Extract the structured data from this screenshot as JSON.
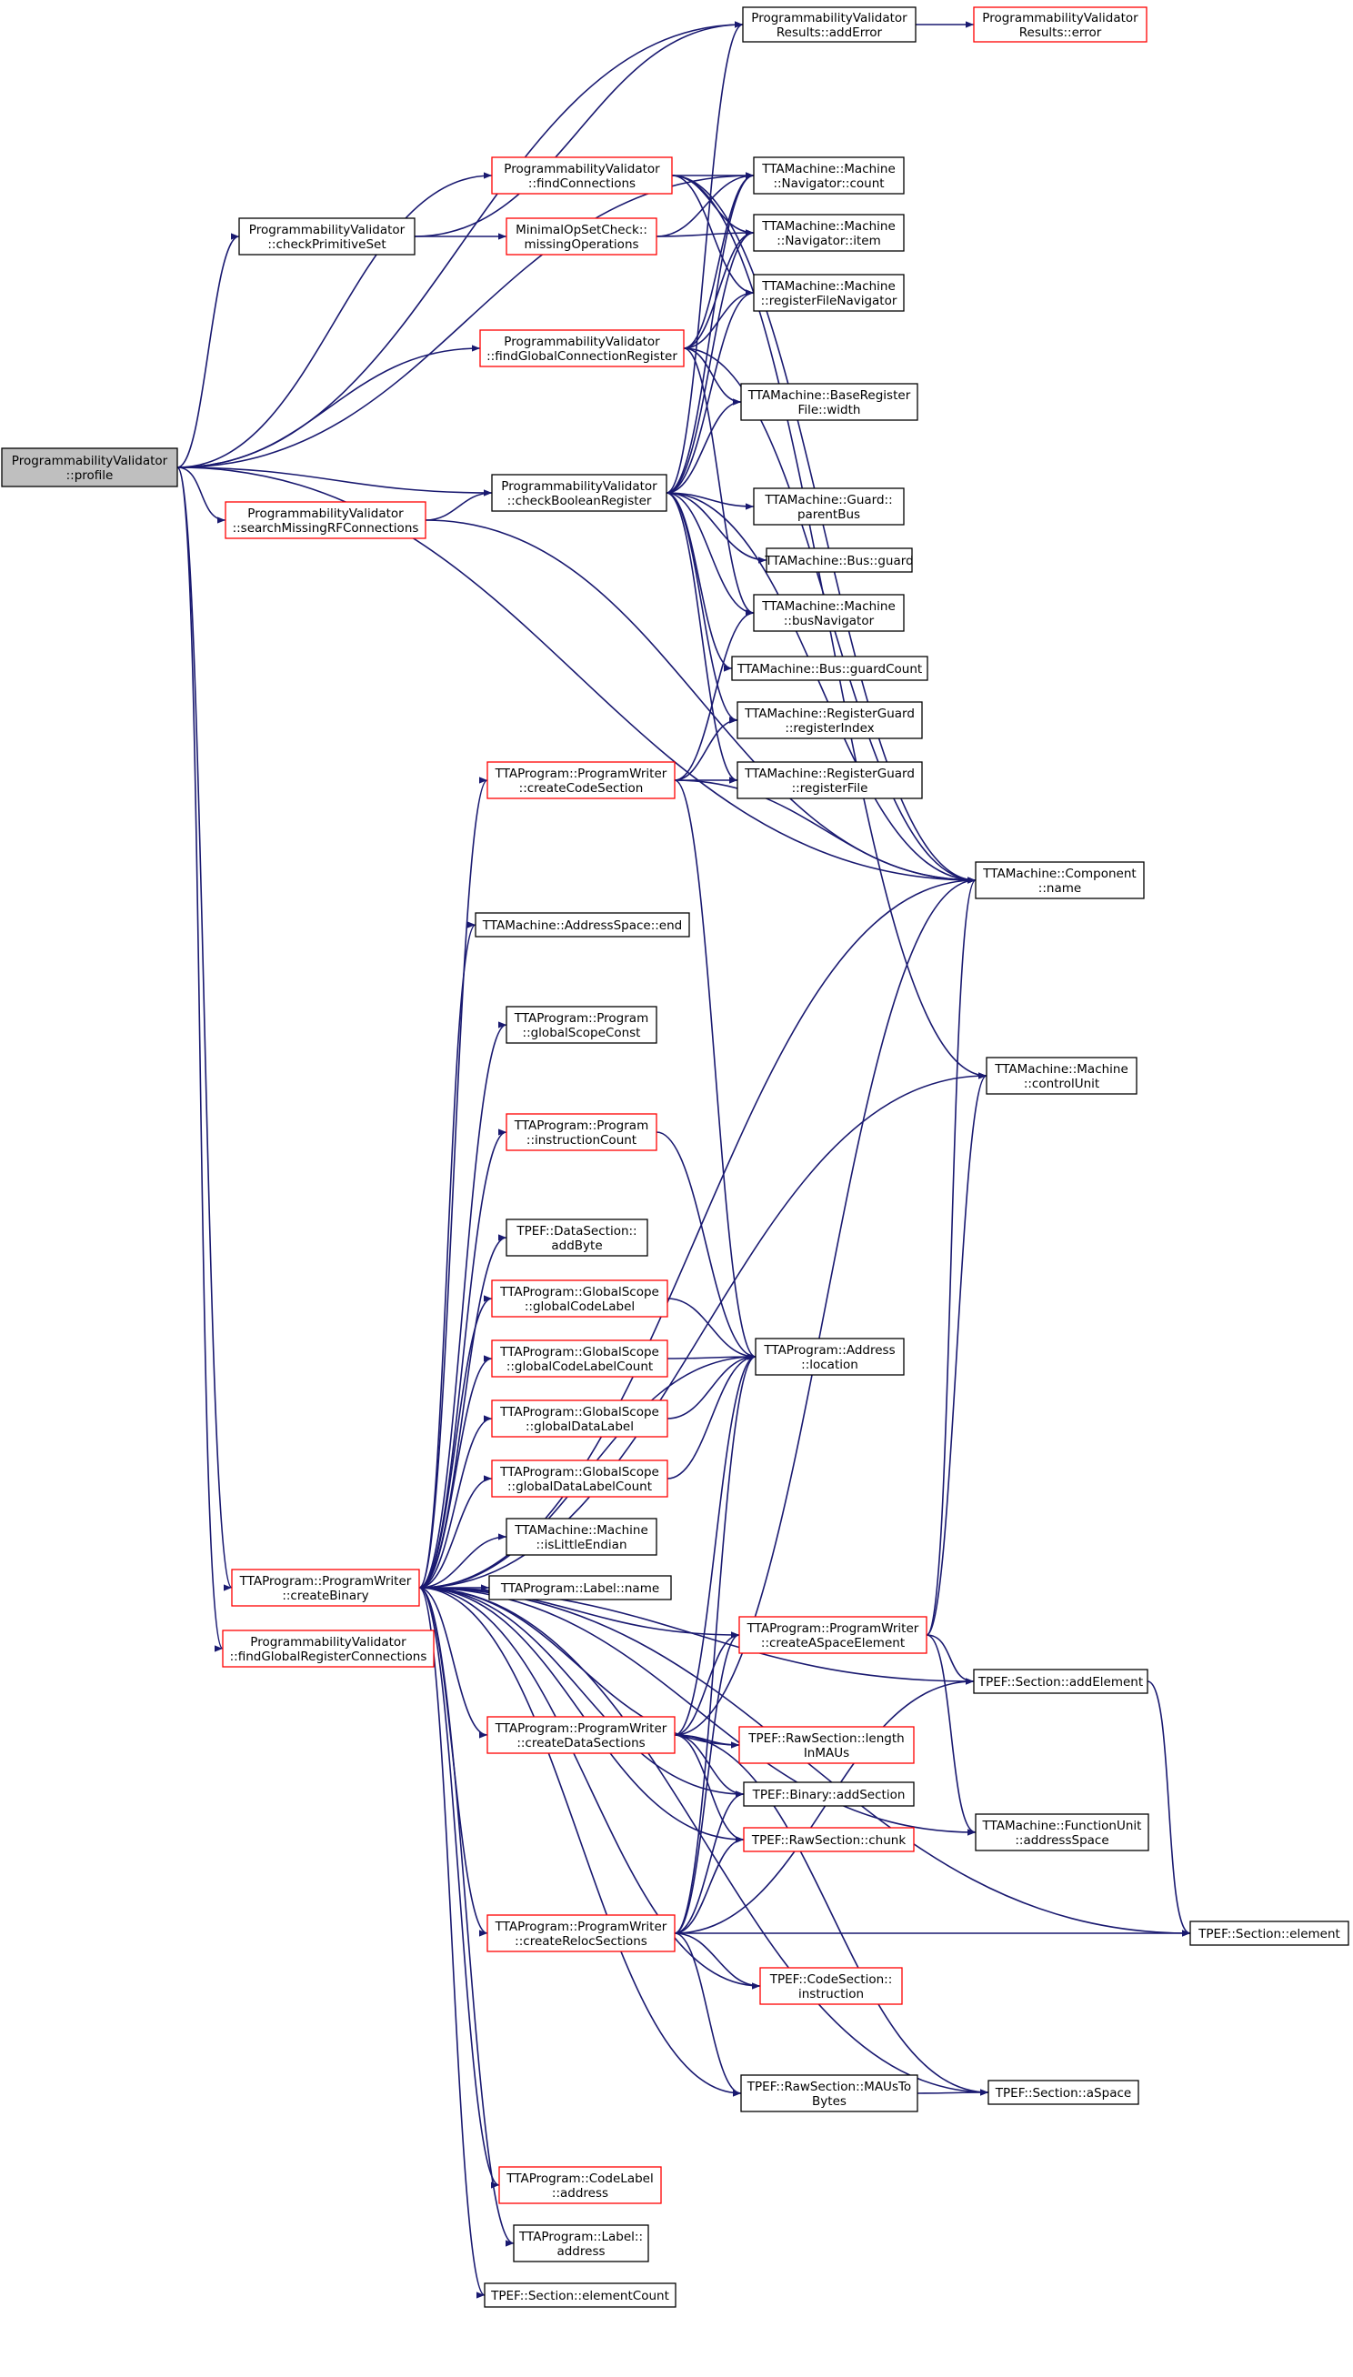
{
  "colors": {
    "edge": "#191970",
    "node_border": "#000000",
    "node_border_incomplete": "#ff0000",
    "root_fill": "#bfbfbf",
    "node_fill": "#ffffff"
  },
  "nodes": [
    {
      "id": "profile",
      "lines": [
        "ProgrammabilityValidator",
        "::profile"
      ],
      "style": "root"
    },
    {
      "id": "addError",
      "lines": [
        "ProgrammabilityValidator",
        "Results::addError"
      ],
      "style": "normal"
    },
    {
      "id": "error",
      "lines": [
        "ProgrammabilityValidator",
        "Results::error"
      ],
      "style": "incomplete"
    },
    {
      "id": "findConnections",
      "lines": [
        "ProgrammabilityValidator",
        "::findConnections"
      ],
      "style": "incomplete"
    },
    {
      "id": "checkPrimitiveSet",
      "lines": [
        "ProgrammabilityValidator",
        "::checkPrimitiveSet"
      ],
      "style": "normal"
    },
    {
      "id": "missingOperations",
      "lines": [
        "MinimalOpSetCheck::",
        "missingOperations"
      ],
      "style": "incomplete"
    },
    {
      "id": "navCount",
      "lines": [
        "TTAMachine::Machine",
        "::Navigator::count"
      ],
      "style": "normal"
    },
    {
      "id": "navItem",
      "lines": [
        "TTAMachine::Machine",
        "::Navigator::item"
      ],
      "style": "normal"
    },
    {
      "id": "regFileNav",
      "lines": [
        "TTAMachine::Machine",
        "::registerFileNavigator"
      ],
      "style": "normal"
    },
    {
      "id": "findGlobalConnReg",
      "lines": [
        "ProgrammabilityValidator",
        "::findGlobalConnectionRegister"
      ],
      "style": "incomplete"
    },
    {
      "id": "brfWidth",
      "lines": [
        "TTAMachine::BaseRegister",
        "File::width"
      ],
      "style": "normal"
    },
    {
      "id": "searchMissingRF",
      "lines": [
        "ProgrammabilityValidator",
        "::searchMissingRFConnections"
      ],
      "style": "incomplete"
    },
    {
      "id": "checkBooleanRegister",
      "lines": [
        "ProgrammabilityValidator",
        "::checkBooleanRegister"
      ],
      "style": "normal"
    },
    {
      "id": "guardParentBus",
      "lines": [
        "TTAMachine::Guard::",
        "parentBus"
      ],
      "style": "normal"
    },
    {
      "id": "busGuard",
      "lines": [
        "TTAMachine::Bus::guard"
      ],
      "style": "normal"
    },
    {
      "id": "busNavigator",
      "lines": [
        "TTAMachine::Machine",
        "::busNavigator"
      ],
      "style": "normal"
    },
    {
      "id": "busGuardCount",
      "lines": [
        "TTAMachine::Bus::guardCount"
      ],
      "style": "normal"
    },
    {
      "id": "rgRegisterIndex",
      "lines": [
        "TTAMachine::RegisterGuard",
        "::registerIndex"
      ],
      "style": "normal"
    },
    {
      "id": "createCodeSection",
      "lines": [
        "TTAProgram::ProgramWriter",
        "::createCodeSection"
      ],
      "style": "incomplete"
    },
    {
      "id": "rgRegisterFile",
      "lines": [
        "TTAMachine::RegisterGuard",
        "::registerFile"
      ],
      "style": "normal"
    },
    {
      "id": "componentName",
      "lines": [
        "TTAMachine::Component",
        "::name"
      ],
      "style": "normal"
    },
    {
      "id": "asEnd",
      "lines": [
        "TTAMachine::AddressSpace::end"
      ],
      "style": "normal"
    },
    {
      "id": "globalScopeConst",
      "lines": [
        "TTAProgram::Program",
        "::globalScopeConst"
      ],
      "style": "normal"
    },
    {
      "id": "controlUnit",
      "lines": [
        "TTAMachine::Machine",
        "::controlUnit"
      ],
      "style": "normal"
    },
    {
      "id": "instructionCount",
      "lines": [
        "TTAProgram::Program",
        "::instructionCount"
      ],
      "style": "incomplete"
    },
    {
      "id": "addByte",
      "lines": [
        "TPEF::DataSection::",
        "addByte"
      ],
      "style": "normal"
    },
    {
      "id": "globalCodeLabel",
      "lines": [
        "TTAProgram::GlobalScope",
        "::globalCodeLabel"
      ],
      "style": "incomplete"
    },
    {
      "id": "globalCodeLabelCount",
      "lines": [
        "TTAProgram::GlobalScope",
        "::globalCodeLabelCount"
      ],
      "style": "incomplete"
    },
    {
      "id": "addressLocation",
      "lines": [
        "TTAProgram::Address",
        "::location"
      ],
      "style": "normal"
    },
    {
      "id": "globalDataLabel",
      "lines": [
        "TTAProgram::GlobalScope",
        "::globalDataLabel"
      ],
      "style": "incomplete"
    },
    {
      "id": "globalDataLabelCount",
      "lines": [
        "TTAProgram::GlobalScope",
        "::globalDataLabelCount"
      ],
      "style": "incomplete"
    },
    {
      "id": "isLittleEndian",
      "lines": [
        "TTAMachine::Machine",
        "::isLittleEndian"
      ],
      "style": "normal"
    },
    {
      "id": "createBinary",
      "lines": [
        "TTAProgram::ProgramWriter",
        "::createBinary"
      ],
      "style": "incomplete"
    },
    {
      "id": "labelName",
      "lines": [
        "TTAProgram::Label::name"
      ],
      "style": "normal"
    },
    {
      "id": "findGlobalRegConn",
      "lines": [
        "ProgrammabilityValidator",
        "::findGlobalRegisterConnections"
      ],
      "style": "incomplete"
    },
    {
      "id": "createASpaceElement",
      "lines": [
        "TTAProgram::ProgramWriter",
        "::createASpaceElement"
      ],
      "style": "incomplete"
    },
    {
      "id": "sectionAddElement",
      "lines": [
        "TPEF::Section::addElement"
      ],
      "style": "normal"
    },
    {
      "id": "createDataSections",
      "lines": [
        "TTAProgram::ProgramWriter",
        "::createDataSections"
      ],
      "style": "incomplete"
    },
    {
      "id": "rawLengthInMAUs",
      "lines": [
        "TPEF::RawSection::length",
        "InMAUs"
      ],
      "style": "incomplete"
    },
    {
      "id": "binaryAddSection",
      "lines": [
        "TPEF::Binary::addSection"
      ],
      "style": "normal"
    },
    {
      "id": "fuAddressSpace",
      "lines": [
        "TTAMachine::FunctionUnit",
        "::addressSpace"
      ],
      "style": "normal"
    },
    {
      "id": "rawChunk",
      "lines": [
        "TPEF::RawSection::chunk"
      ],
      "style": "incomplete"
    },
    {
      "id": "createRelocSections",
      "lines": [
        "TTAProgram::ProgramWriter",
        "::createRelocSections"
      ],
      "style": "incomplete"
    },
    {
      "id": "sectionElement",
      "lines": [
        "TPEF::Section::element"
      ],
      "style": "normal"
    },
    {
      "id": "codeSectionInstruction",
      "lines": [
        "TPEF::CodeSection::",
        "instruction"
      ],
      "style": "incomplete"
    },
    {
      "id": "rawMAUsToBytes",
      "lines": [
        "TPEF::RawSection::MAUsTo",
        "Bytes"
      ],
      "style": "normal"
    },
    {
      "id": "sectionASpace",
      "lines": [
        "TPEF::Section::aSpace"
      ],
      "style": "normal"
    },
    {
      "id": "codeLabelAddress",
      "lines": [
        "TTAProgram::CodeLabel",
        "::address"
      ],
      "style": "incomplete"
    },
    {
      "id": "labelAddress",
      "lines": [
        "TTAProgram::Label::",
        "address"
      ],
      "style": "normal"
    },
    {
      "id": "sectionElementCount",
      "lines": [
        "TPEF::Section::elementCount"
      ],
      "style": "normal"
    }
  ],
  "edges": [
    [
      "profile",
      "addError"
    ],
    [
      "profile",
      "checkPrimitiveSet"
    ],
    [
      "profile",
      "findConnections"
    ],
    [
      "profile",
      "navCount"
    ],
    [
      "profile",
      "findGlobalConnReg"
    ],
    [
      "profile",
      "checkBooleanRegister"
    ],
    [
      "profile",
      "searchMissingRF"
    ],
    [
      "profile",
      "componentName"
    ],
    [
      "profile",
      "createBinary"
    ],
    [
      "profile",
      "findGlobalRegConn"
    ],
    [
      "addError",
      "error"
    ],
    [
      "checkPrimitiveSet",
      "addError"
    ],
    [
      "checkPrimitiveSet",
      "missingOperations"
    ],
    [
      "missingOperations",
      "navCount"
    ],
    [
      "missingOperations",
      "navItem"
    ],
    [
      "findConnections",
      "navCount"
    ],
    [
      "findConnections",
      "navItem"
    ],
    [
      "findConnections",
      "regFileNav"
    ],
    [
      "findConnections",
      "componentName"
    ],
    [
      "findConnections",
      "controlUnit"
    ],
    [
      "findGlobalConnReg",
      "navCount"
    ],
    [
      "findGlobalConnReg",
      "navItem"
    ],
    [
      "findGlobalConnReg",
      "regFileNav"
    ],
    [
      "findGlobalConnReg",
      "brfWidth"
    ],
    [
      "findGlobalConnReg",
      "componentName"
    ],
    [
      "findGlobalConnReg",
      "busNavigator"
    ],
    [
      "searchMissingRF",
      "checkBooleanRegister"
    ],
    [
      "searchMissingRF",
      "componentName"
    ],
    [
      "checkBooleanRegister",
      "addError"
    ],
    [
      "checkBooleanRegister",
      "navCount"
    ],
    [
      "checkBooleanRegister",
      "navItem"
    ],
    [
      "checkBooleanRegister",
      "regFileNav"
    ],
    [
      "checkBooleanRegister",
      "brfWidth"
    ],
    [
      "checkBooleanRegister",
      "componentName"
    ],
    [
      "checkBooleanRegister",
      "guardParentBus"
    ],
    [
      "checkBooleanRegister",
      "busGuard"
    ],
    [
      "checkBooleanRegister",
      "busNavigator"
    ],
    [
      "checkBooleanRegister",
      "busGuardCount"
    ],
    [
      "checkBooleanRegister",
      "rgRegisterIndex"
    ],
    [
      "checkBooleanRegister",
      "rgRegisterFile"
    ],
    [
      "createCodeSection",
      "busNavigator"
    ],
    [
      "createCodeSection",
      "rgRegisterIndex"
    ],
    [
      "createCodeSection",
      "rgRegisterFile"
    ],
    [
      "createCodeSection",
      "componentName"
    ],
    [
      "createCodeSection",
      "addressLocation"
    ],
    [
      "createBinary",
      "createCodeSection"
    ],
    [
      "createBinary",
      "asEnd"
    ],
    [
      "createBinary",
      "componentName"
    ],
    [
      "createBinary",
      "globalScopeConst"
    ],
    [
      "createBinary",
      "controlUnit"
    ],
    [
      "createBinary",
      "instructionCount"
    ],
    [
      "createBinary",
      "addressLocation"
    ],
    [
      "createBinary",
      "addByte"
    ],
    [
      "createBinary",
      "globalCodeLabel"
    ],
    [
      "createBinary",
      "globalCodeLabelCount"
    ],
    [
      "createBinary",
      "globalDataLabel"
    ],
    [
      "createBinary",
      "globalDataLabelCount"
    ],
    [
      "createBinary",
      "isLittleEndian"
    ],
    [
      "createBinary",
      "labelName"
    ],
    [
      "createBinary",
      "createASpaceElement"
    ],
    [
      "createBinary",
      "sectionAddElement"
    ],
    [
      "createBinary",
      "createDataSections"
    ],
    [
      "createBinary",
      "rawLengthInMAUs"
    ],
    [
      "createBinary",
      "binaryAddSection"
    ],
    [
      "createBinary",
      "rawChunk"
    ],
    [
      "createBinary",
      "createRelocSections"
    ],
    [
      "createBinary",
      "codeSectionInstruction"
    ],
    [
      "createBinary",
      "fuAddressSpace"
    ],
    [
      "createBinary",
      "rawMAUsToBytes"
    ],
    [
      "createBinary",
      "sectionASpace"
    ],
    [
      "createBinary",
      "codeLabelAddress"
    ],
    [
      "createBinary",
      "labelAddress"
    ],
    [
      "createBinary",
      "sectionElementCount"
    ],
    [
      "createBinary",
      "sectionElement"
    ],
    [
      "instructionCount",
      "addressLocation"
    ],
    [
      "globalCodeLabel",
      "addressLocation"
    ],
    [
      "globalCodeLabelCount",
      "addressLocation"
    ],
    [
      "globalDataLabel",
      "addressLocation"
    ],
    [
      "globalDataLabelCount",
      "addressLocation"
    ],
    [
      "createASpaceElement",
      "componentName"
    ],
    [
      "createASpaceElement",
      "controlUnit"
    ],
    [
      "createASpaceElement",
      "sectionAddElement"
    ],
    [
      "createASpaceElement",
      "fuAddressSpace"
    ],
    [
      "sectionAddElement",
      "sectionElement"
    ],
    [
      "createDataSections",
      "addressLocation"
    ],
    [
      "createDataSections",
      "componentName"
    ],
    [
      "createDataSections",
      "createASpaceElement"
    ],
    [
      "createDataSections",
      "rawLengthInMAUs"
    ],
    [
      "createDataSections",
      "binaryAddSection"
    ],
    [
      "createDataSections",
      "rawChunk"
    ],
    [
      "createDataSections",
      "sectionASpace"
    ],
    [
      "createRelocSections",
      "addressLocation"
    ],
    [
      "createRelocSections",
      "createASpaceElement"
    ],
    [
      "createRelocSections",
      "binaryAddSection"
    ],
    [
      "createRelocSections",
      "rawChunk"
    ],
    [
      "createRelocSections",
      "sectionElement"
    ],
    [
      "createRelocSections",
      "codeSectionInstruction"
    ],
    [
      "createRelocSections",
      "rawMAUsToBytes"
    ],
    [
      "createRelocSections",
      "sectionAddElement"
    ],
    [
      "rawMAUsToBytes",
      "sectionASpace"
    ]
  ]
}
